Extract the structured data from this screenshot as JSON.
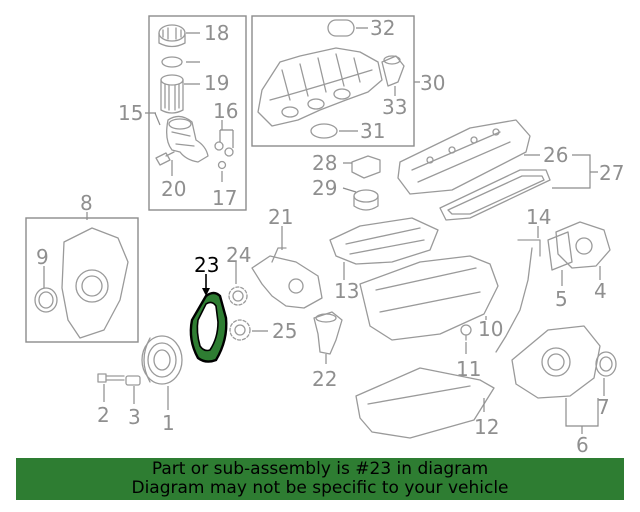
{
  "callouts": {
    "n1": "1",
    "n2": "2",
    "n3": "3",
    "n4": "4",
    "n5": "5",
    "n6": "6",
    "n7": "7",
    "n8": "8",
    "n9": "9",
    "n10": "10",
    "n11": "11",
    "n12": "12",
    "n13": "13",
    "n14": "14",
    "n15": "15",
    "n16": "16",
    "n17": "17",
    "n18": "18",
    "n19": "19",
    "n20": "20",
    "n21": "21",
    "n22": "22",
    "n23": "23",
    "n24": "24",
    "n25": "25",
    "n26": "26",
    "n27": "27",
    "n28": "28",
    "n29": "29",
    "n30": "30",
    "n31": "31",
    "n32": "32",
    "n33": "33"
  },
  "highlighted_part": "23",
  "banner": {
    "line1": "Part or sub-assembly is #23 in diagram",
    "line2": "Diagram may not be specific to your vehicle",
    "background": "#2e7d32"
  },
  "colors": {
    "highlight_fill": "#2e7d32",
    "line_art": "#9a9a9a"
  }
}
